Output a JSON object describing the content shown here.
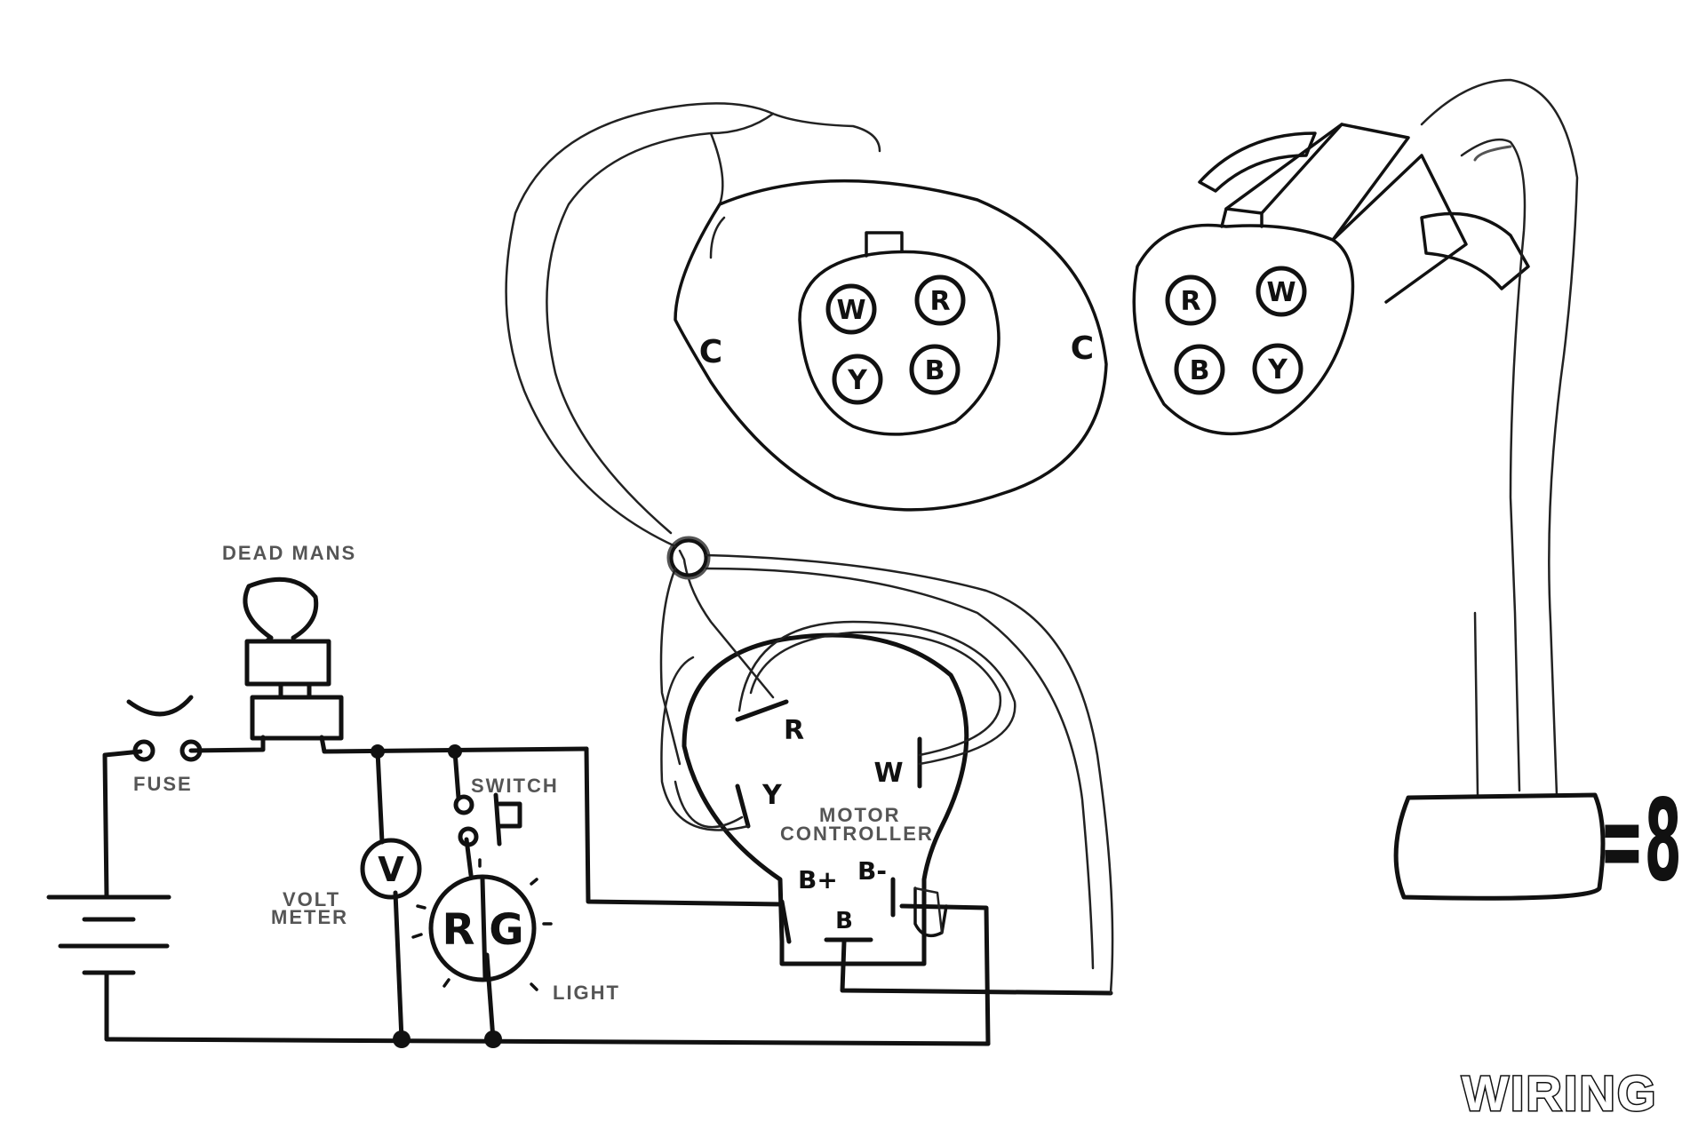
{
  "title": "WIRING",
  "labels": {
    "dead_mans": "DEAD MANS",
    "fuse": "FUSE",
    "switch": "SWITCH",
    "volt_meter_line1": "VOLT",
    "volt_meter_line2": "METER",
    "light": "LIGHT",
    "motor_controller_line1": "MOTOR",
    "motor_controller_line2": "CONTROLLER"
  },
  "meter_symbol": "V",
  "light_symbols": [
    "R",
    "G"
  ],
  "controller_terminals": {
    "r": "R",
    "y": "Y",
    "w": "W",
    "b_plus": "B+",
    "b_minus": "B-",
    "b": "B"
  },
  "connector_left_pins": [
    "W",
    "R",
    "Y",
    "B"
  ],
  "connector_right_pins": [
    "R",
    "W",
    "B",
    "Y"
  ],
  "mount_marks": [
    "C",
    "C"
  ],
  "prop_mark": "=8"
}
